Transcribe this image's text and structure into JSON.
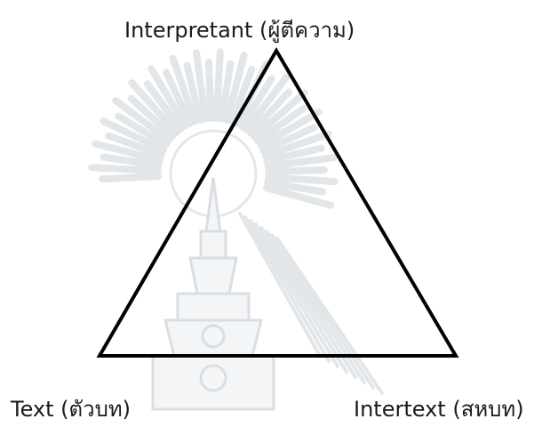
{
  "diagram": {
    "vertices": {
      "top": "Interpretant (ผู้ตีความ)",
      "left": "Text (ตัวบท)",
      "right": "Intertext (สหบท)"
    },
    "stroke_color": "#000000",
    "watermark_color": "#cfd6da"
  }
}
